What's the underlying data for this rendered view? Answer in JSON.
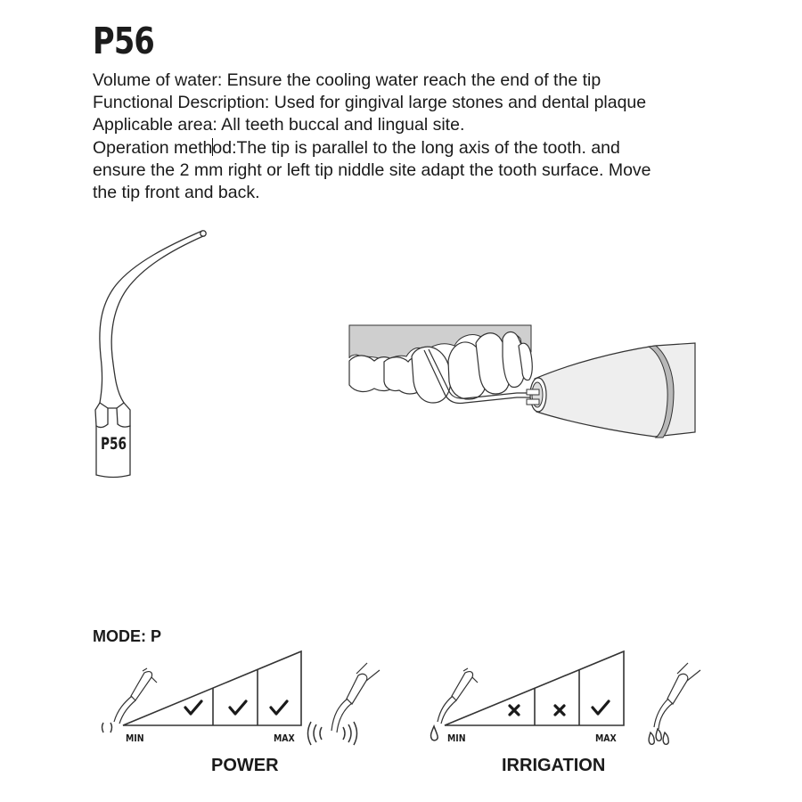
{
  "title": "P56",
  "description": {
    "volume_of_water": "Volume of water: Ensure the cooling water reach the end of the tip",
    "functional_description": "Functional Description: Used for gingival large stones and dental plaque",
    "applicable_area": "Applicable area: All teeth buccal and lingual site.",
    "operation_method_line1_a": "Operation meth",
    "operation_method_line1_b": "od:The tip is parallel to the long axis of the tooth. and",
    "operation_method_line2": "ensure the 2 mm right or left tip niddle site adapt the tooth surface. Move",
    "operation_method_line3": "the tip front and back."
  },
  "illustrations": {
    "tip_label": "P56",
    "tip_drawing": "scaler-tip-p56",
    "usage_drawing": "handpiece-on-teeth"
  },
  "mode": {
    "label": "MODE: P"
  },
  "power": {
    "caption": "POWER",
    "min_label": "MIN",
    "max_label": "MAX",
    "levels": [
      {
        "symbol": "✓",
        "status": "allowed"
      },
      {
        "symbol": "✓",
        "status": "allowed"
      },
      {
        "symbol": "✓",
        "status": "allowed"
      }
    ]
  },
  "irrigation": {
    "caption": "IRRIGATION",
    "min_label": "MIN",
    "max_label": "MAX",
    "levels": [
      {
        "symbol": "✕",
        "status": "not-allowed"
      },
      {
        "symbol": "✕",
        "status": "not-allowed"
      },
      {
        "symbol": "✓",
        "status": "allowed"
      }
    ]
  },
  "colors": {
    "text": "#1a1a1a",
    "gum": "#cfcfcf",
    "handpiece_ring": "#b8b8b8"
  }
}
